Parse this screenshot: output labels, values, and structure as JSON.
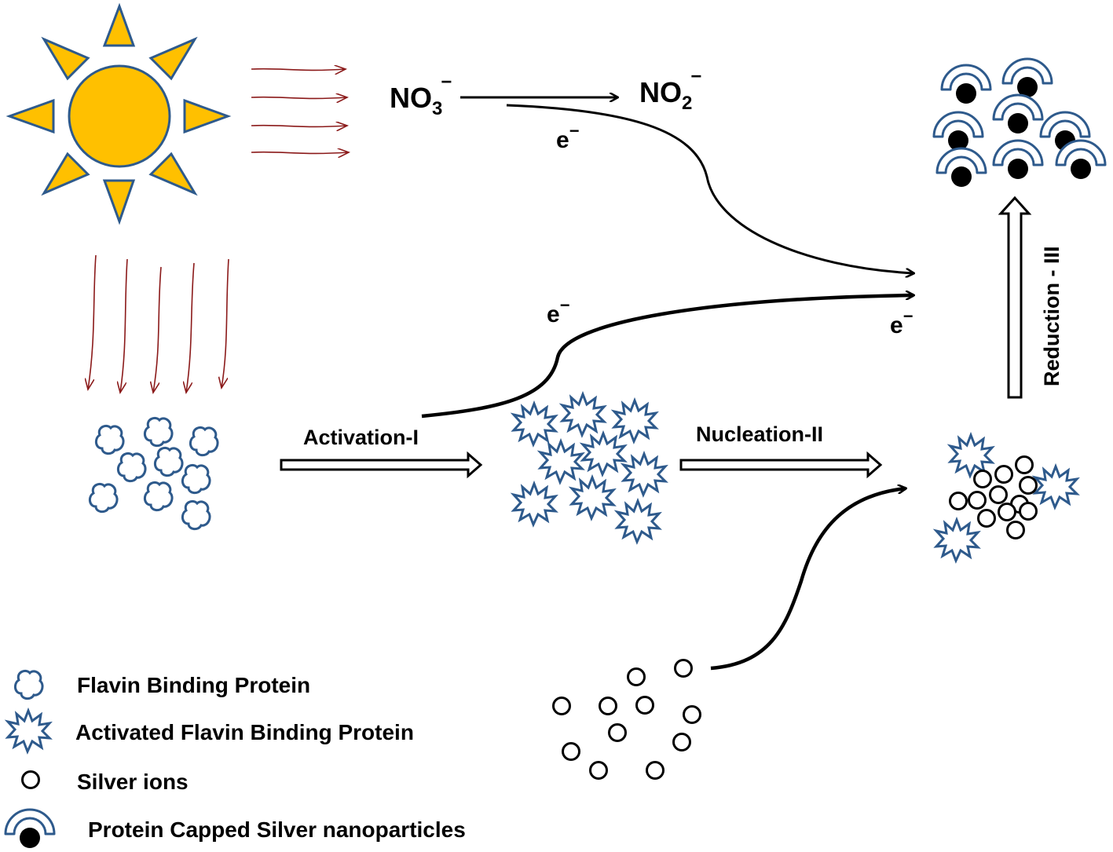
{
  "colors": {
    "sun_fill": "#ffc000",
    "sun_stroke": "#2e5a8c",
    "light_ray": "#8b1a1a",
    "protein_stroke": "#2e5a8c",
    "ink": "#000000"
  },
  "reaction": {
    "reactant_base": "NO",
    "reactant_sub": "3",
    "reactant_sup": "−",
    "product_base": "NO",
    "product_sub": "2",
    "product_sup": "−"
  },
  "electrons": {
    "e_top": "e",
    "e_mid": "e",
    "e_right": "e",
    "sup": "−"
  },
  "steps": {
    "activation": "Activation-I",
    "nucleation": "Nucleation-II",
    "reduction": "Reduction - III"
  },
  "legend": [
    {
      "icon": "flavin-binding-protein-icon",
      "label": "Flavin Binding Protein"
    },
    {
      "icon": "activated-protein-icon",
      "label": "Activated Flavin Binding Protein"
    },
    {
      "icon": "silver-ion-icon",
      "label": "Silver ions"
    },
    {
      "icon": "capped-nanoparticle-icon",
      "label": "Protein Capped Silver nanoparticles"
    }
  ]
}
